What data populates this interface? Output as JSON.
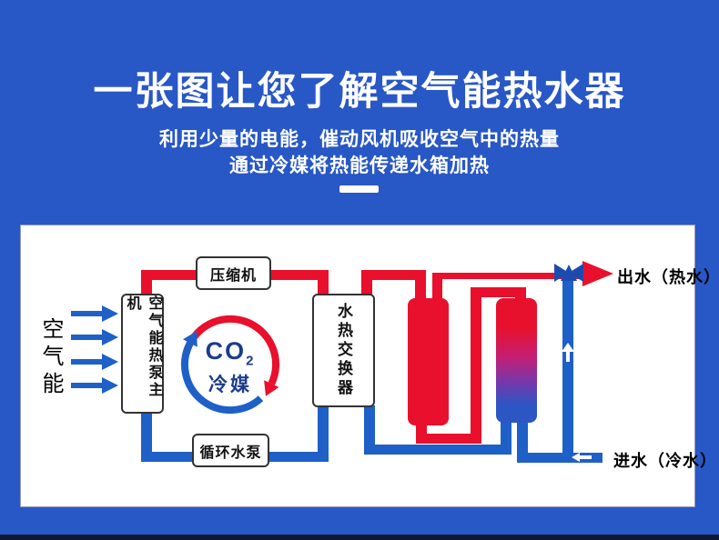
{
  "colors": {
    "background": "#2857c6",
    "panel": "#ffffff",
    "hot": "#e8102c",
    "cold": "#1e60c8",
    "valve": "#1c4bb0",
    "refrigerant_text": "#1b3c8c",
    "footer_bar": "#0c1836",
    "text_dark": "#111111",
    "text_light": "#ffffff"
  },
  "header": {
    "title": "一张图让您了解空气能热水器",
    "subtitle_line1": "利用少量的电能，催动风机吸收空气中的热量",
    "subtitle_line2": "通过冷媒将热能传递水箱加热"
  },
  "diagram": {
    "air_energy_label": "空气能",
    "main_unit_label": "空气能热泵主机",
    "compressor_label": "压缩机",
    "pump_label": "循环水泵",
    "heat_exchanger_label": "水热交换器",
    "refrigerant": {
      "formula_main": "CO",
      "formula_sub": "2",
      "name": "冷媒"
    },
    "outlet_label": "出水（热水）",
    "inlet_label": "进水（冷水）"
  }
}
